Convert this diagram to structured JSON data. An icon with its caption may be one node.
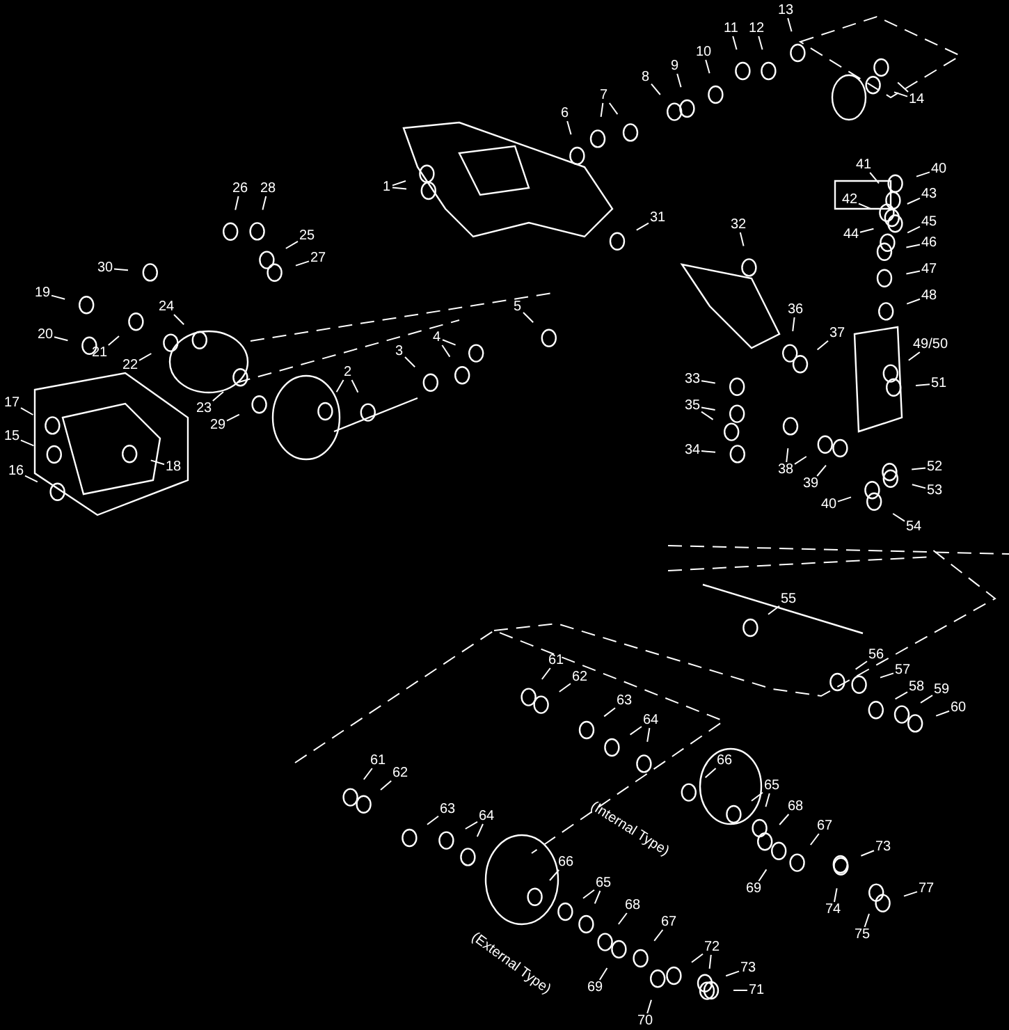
{
  "diagram": {
    "nodes": [
      {
        "text": [
          "13"
        ]
      },
      {
        "text": [
          "11"
        ]
      },
      {
        "text": [
          "12"
        ]
      },
      {
        "text": [
          "14"
        ]
      },
      {
        "text": [
          "10"
        ]
      },
      {
        "text": [
          "9"
        ]
      },
      {
        "text": [
          "8"
        ]
      },
      {
        "text": [
          "7"
        ]
      },
      {
        "text": [
          "6"
        ]
      },
      {
        "text": [
          "1"
        ]
      },
      {
        "text": [
          "26"
        ]
      },
      {
        "text": [
          "28"
        ]
      },
      {
        "text": [
          "31"
        ]
      },
      {
        "text": [
          "32"
        ]
      },
      {
        "text": [
          "25"
        ]
      },
      {
        "text": [
          "27"
        ]
      },
      {
        "text": [
          "41"
        ]
      },
      {
        "text": [
          "40"
        ]
      },
      {
        "text": [
          "42"
        ]
      },
      {
        "text": [
          "43"
        ]
      },
      {
        "text": [
          "44"
        ]
      },
      {
        "text": [
          "45"
        ]
      },
      {
        "text": [
          "46"
        ]
      },
      {
        "text": [
          "47"
        ]
      },
      {
        "text": [
          "48"
        ]
      },
      {
        "text": [
          "30"
        ]
      },
      {
        "text": [
          "19"
        ]
      },
      {
        "text": [
          "24"
        ]
      },
      {
        "text": [
          "5"
        ]
      },
      {
        "text": [
          "36"
        ]
      },
      {
        "text": [
          "37"
        ]
      },
      {
        "text": [
          "20"
        ]
      },
      {
        "text": [
          "21"
        ]
      },
      {
        "text": [
          "4"
        ]
      },
      {
        "text": [
          "3"
        ]
      },
      {
        "text": [
          "22"
        ]
      },
      {
        "text": [
          "49/50"
        ]
      },
      {
        "text": [
          "51"
        ]
      },
      {
        "text": [
          "2"
        ]
      },
      {
        "text": [
          "33"
        ]
      },
      {
        "text": [
          "35"
        ]
      },
      {
        "text": [
          "17"
        ]
      },
      {
        "text": [
          "15"
        ]
      },
      {
        "text": [
          "23"
        ]
      },
      {
        "text": [
          "29"
        ]
      },
      {
        "text": [
          "18"
        ]
      },
      {
        "text": [
          "16"
        ]
      },
      {
        "text": [
          "34"
        ]
      },
      {
        "text": [
          "38"
        ]
      },
      {
        "text": [
          "39"
        ]
      },
      {
        "text": [
          "52"
        ]
      },
      {
        "text": [
          "53"
        ]
      },
      {
        "text": [
          "40"
        ]
      },
      {
        "text": [
          "54"
        ]
      },
      {
        "text": [
          "55"
        ]
      },
      {
        "text": [
          "61"
        ]
      },
      {
        "text": [
          "62"
        ]
      },
      {
        "text": [
          "56"
        ]
      },
      {
        "text": [
          "57"
        ]
      },
      {
        "text": [
          "58"
        ]
      },
      {
        "text": [
          "59"
        ]
      },
      {
        "text": [
          "60"
        ]
      },
      {
        "text": [
          "63"
        ]
      },
      {
        "text": [
          "64"
        ]
      },
      {
        "text": [
          "66"
        ]
      },
      {
        "text": [
          "61"
        ]
      },
      {
        "text": [
          "62"
        ]
      },
      {
        "text": [
          "65"
        ]
      },
      {
        "text": [
          "68"
        ]
      },
      {
        "text": [
          "63"
        ]
      },
      {
        "text": [
          "64"
        ]
      },
      {
        "text": [
          "67"
        ]
      },
      {
        "text": [
          "73"
        ]
      },
      {
        "text": [
          "69"
        ]
      },
      {
        "text": [
          "74"
        ]
      },
      {
        "text": [
          "77"
        ]
      },
      {
        "text": [
          "75"
        ]
      },
      {
        "text": [
          "66"
        ]
      },
      {
        "text": [
          "65"
        ]
      },
      {
        "text": [
          "68"
        ]
      },
      {
        "text": [
          "67"
        ]
      },
      {
        "text": [
          "72"
        ]
      },
      {
        "text": [
          "73"
        ]
      },
      {
        "text": [
          "71"
        ]
      },
      {
        "text": [
          "69"
        ]
      },
      {
        "text": [
          "70"
        ]
      }
    ],
    "edges": [
      {
        "from": 0,
        "to": null,
        "arrow": "none"
      },
      {
        "from": 1,
        "to": null,
        "arrow": "none"
      },
      {
        "from": 2,
        "to": null,
        "arrow": "none"
      },
      {
        "from": 3,
        "to": null,
        "arrow": "none"
      },
      {
        "from": 3,
        "to": null,
        "arrow": "none"
      },
      {
        "from": 4,
        "to": null,
        "arrow": "none"
      },
      {
        "from": 5,
        "to": null,
        "arrow": "none"
      },
      {
        "from": 6,
        "to": null,
        "arrow": "none"
      },
      {
        "from": 7,
        "to": null,
        "arrow": "none"
      },
      {
        "from": 7,
        "to": null,
        "arrow": "none"
      },
      {
        "from": 8,
        "to": null,
        "arrow": "none"
      },
      {
        "from": 9,
        "to": null,
        "arrow": "none"
      },
      {
        "from": 9,
        "to": null,
        "arrow": "none"
      },
      {
        "from": 10,
        "to": null,
        "arrow": "none"
      },
      {
        "from": 11,
        "to": null,
        "arrow": "none"
      },
      {
        "from": 12,
        "to": null,
        "arrow": "none"
      },
      {
        "from": 13,
        "to": null,
        "arrow": "none"
      },
      {
        "from": 14,
        "to": null,
        "arrow": "none"
      },
      {
        "from": 15,
        "to": null,
        "arrow": "none"
      },
      {
        "from": 16,
        "to": null,
        "arrow": "none"
      },
      {
        "from": 17,
        "to": null,
        "arrow": "none"
      },
      {
        "from": 18,
        "to": null,
        "arrow": "none"
      },
      {
        "from": 19,
        "to": null,
        "arrow": "none"
      },
      {
        "from": 20,
        "to": null,
        "arrow": "none"
      },
      {
        "from": 21,
        "to": null,
        "arrow": "none"
      },
      {
        "from": 22,
        "to": null,
        "arrow": "none"
      },
      {
        "from": 23,
        "to": null,
        "arrow": "none"
      },
      {
        "from": 24,
        "to": null,
        "arrow": "none"
      },
      {
        "from": 25,
        "to": null,
        "arrow": "none"
      },
      {
        "from": 26,
        "to": null,
        "arrow": "none"
      },
      {
        "from": 27,
        "to": null,
        "arrow": "none"
      },
      {
        "from": 28,
        "to": null,
        "arrow": "none"
      },
      {
        "from": 29,
        "to": null,
        "arrow": "none"
      },
      {
        "from": 30,
        "to": null,
        "arrow": "none"
      },
      {
        "from": 31,
        "to": null,
        "arrow": "none"
      },
      {
        "from": 32,
        "to": null,
        "arrow": "none"
      },
      {
        "from": 33,
        "to": null,
        "arrow": "none"
      },
      {
        "from": 33,
        "to": null,
        "arrow": "none"
      },
      {
        "from": 34,
        "to": null,
        "arrow": "none"
      },
      {
        "from": 35,
        "to": null,
        "arrow": "none"
      },
      {
        "from": 36,
        "to": null,
        "arrow": "none"
      },
      {
        "from": 37,
        "to": null,
        "arrow": "none"
      },
      {
        "from": 38,
        "to": null,
        "arrow": "none"
      },
      {
        "from": 38,
        "to": null,
        "arrow": "none"
      },
      {
        "from": 39,
        "to": null,
        "arrow": "none"
      },
      {
        "from": 40,
        "to": null,
        "arrow": "none"
      },
      {
        "from": 40,
        "to": null,
        "arrow": "none"
      },
      {
        "from": 41,
        "to": null,
        "arrow": "none"
      },
      {
        "from": 42,
        "to": null,
        "arrow": "none"
      },
      {
        "from": 43,
        "to": null,
        "arrow": "none"
      },
      {
        "from": 44,
        "to": null,
        "arrow": "none"
      },
      {
        "from": 45,
        "to": null,
        "arrow": "none"
      },
      {
        "from": 46,
        "to": null,
        "arrow": "none"
      },
      {
        "from": 47,
        "to": null,
        "arrow": "none"
      },
      {
        "from": 48,
        "to": null,
        "arrow": "none"
      },
      {
        "from": 48,
        "to": null,
        "arrow": "none"
      },
      {
        "from": 49,
        "to": null,
        "arrow": "none"
      },
      {
        "from": 50,
        "to": null,
        "arrow": "none"
      },
      {
        "from": 51,
        "to": null,
        "arrow": "none"
      },
      {
        "from": 52,
        "to": null,
        "arrow": "none"
      },
      {
        "from": 53,
        "to": null,
        "arrow": "none"
      },
      {
        "from": 54,
        "to": null,
        "arrow": "none"
      },
      {
        "from": 55,
        "to": null,
        "arrow": "none"
      },
      {
        "from": 56,
        "to": null,
        "arrow": "none"
      },
      {
        "from": 57,
        "to": null,
        "arrow": "none"
      },
      {
        "from": 58,
        "to": null,
        "arrow": "none"
      },
      {
        "from": 59,
        "to": null,
        "arrow": "none"
      },
      {
        "from": 60,
        "to": null,
        "arrow": "none"
      },
      {
        "from": 61,
        "to": null,
        "arrow": "none"
      },
      {
        "from": 62,
        "to": null,
        "arrow": "none"
      },
      {
        "from": 63,
        "to": null,
        "arrow": "none"
      },
      {
        "from": 63,
        "to": null,
        "arrow": "none"
      },
      {
        "from": 64,
        "to": null,
        "arrow": "none"
      },
      {
        "from": 65,
        "to": null,
        "arrow": "none"
      },
      {
        "from": 66,
        "to": null,
        "arrow": "none"
      },
      {
        "from": 67,
        "to": null,
        "arrow": "none"
      },
      {
        "from": 67,
        "to": null,
        "arrow": "none"
      },
      {
        "from": 68,
        "to": null,
        "arrow": "none"
      },
      {
        "from": 69,
        "to": null,
        "arrow": "none"
      },
      {
        "from": 70,
        "to": null,
        "arrow": "none"
      },
      {
        "from": 70,
        "to": null,
        "arrow": "none"
      },
      {
        "from": 71,
        "to": null,
        "arrow": "none"
      },
      {
        "from": 72,
        "to": null,
        "arrow": "none"
      },
      {
        "from": 73,
        "to": null,
        "arrow": "none"
      },
      {
        "from": 74,
        "to": null,
        "arrow": "none"
      },
      {
        "from": 75,
        "to": null,
        "arrow": "none"
      },
      {
        "from": 76,
        "to": null,
        "arrow": "none"
      },
      {
        "from": 77,
        "to": null,
        "arrow": "none"
      },
      {
        "from": 78,
        "to": null,
        "arrow": "none"
      },
      {
        "from": 78,
        "to": null,
        "arrow": "none"
      },
      {
        "from": 79,
        "to": null,
        "arrow": "none"
      },
      {
        "from": 80,
        "to": null,
        "arrow": "none"
      },
      {
        "from": 81,
        "to": null,
        "arrow": "none"
      },
      {
        "from": 81,
        "to": null,
        "arrow": "none"
      },
      {
        "from": 82,
        "to": null,
        "arrow": "none"
      },
      {
        "from": 83,
        "to": null,
        "arrow": "none"
      },
      {
        "from": 84,
        "to": null,
        "arrow": "none"
      },
      {
        "from": 85,
        "to": null,
        "arrow": "none"
      }
    ],
    "labels": [
      "(Internal Type)",
      "(External Type)"
    ]
  }
}
